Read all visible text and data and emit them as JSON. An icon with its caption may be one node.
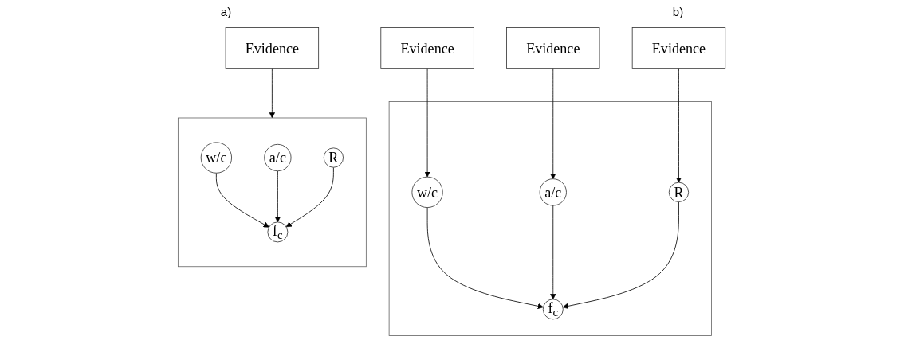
{
  "diagram": {
    "nodes": [
      {
        "text": [
          "Evidence"
        ]
      },
      {
        "text": [
          "Evidence"
        ]
      },
      {
        "text": [
          "Evidence"
        ]
      },
      {
        "text": [],
        "shape": "box"
      },
      {
        "text": [
          "w/c"
        ],
        "in": 3
      },
      {
        "text": [
          "a/c"
        ],
        "in": 3
      },
      {
        "text": [
          "R"
        ],
        "in": 3
      },
      {
        "text": [
          "f$_{c}$"
        ],
        "in": 3
      },
      {
        "text": [],
        "shape": "box"
      },
      {
        "text": [
          "w/c"
        ],
        "in": 8
      },
      {
        "text": [
          "a/c"
        ],
        "in": 8
      },
      {
        "text": [
          "R"
        ],
        "in": 8
      },
      {
        "text": [
          "f$_{c}$"
        ],
        "in": 8
      },
      {
        "text": [
          "Evidence"
        ]
      }
    ],
    "edges": [
      {
        "from": 0,
        "to": 4,
        "arrow": "to"
      },
      {
        "from": 1,
        "to": 5,
        "arrow": "to"
      },
      {
        "from": 2,
        "to": 6,
        "arrow": "to"
      },
      {
        "from": 4,
        "to": 7,
        "arrow": "to"
      },
      {
        "from": 5,
        "to": 7,
        "arrow": "to"
      },
      {
        "from": 6,
        "to": 7,
        "arrow": "to"
      },
      {
        "from": 9,
        "to": 12,
        "arrow": "to"
      },
      {
        "from": 10,
        "to": 12,
        "arrow": "to"
      },
      {
        "from": 11,
        "to": 12,
        "arrow": "to"
      },
      {
        "from": 13,
        "to": 8,
        "arrow": "to"
      }
    ],
    "labels": [
      "a)",
      "b)"
    ]
  }
}
